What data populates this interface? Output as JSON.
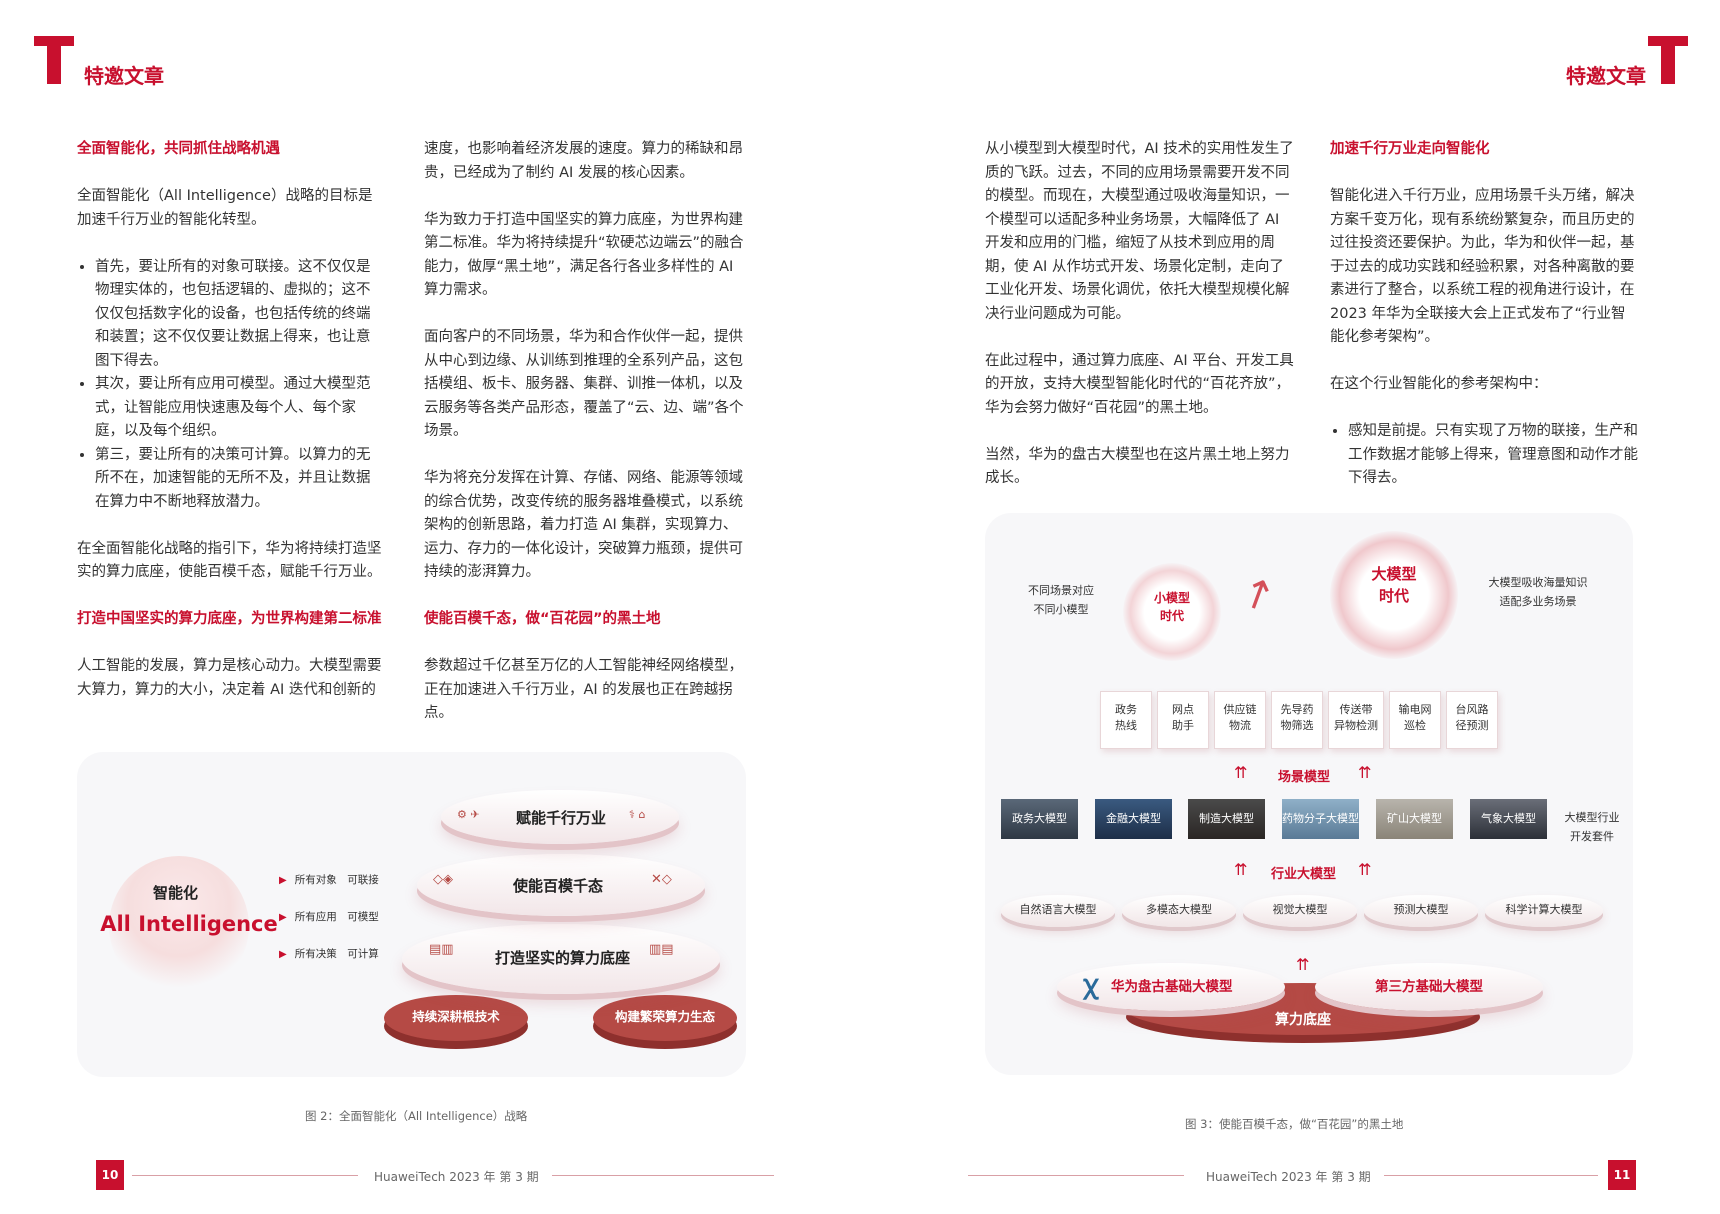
{
  "header": {
    "section_left": "特邀文章",
    "section_right": "特邀文章"
  },
  "page_left": {
    "col1": {
      "h1": "全面智能化，共同抓住战略机遇",
      "p1": "全面智能化（All Intelligence）战略的目标是加速千行万业的智能化转型。",
      "bullets": [
        "首先，要让所有的对象可联接。这不仅仅是物理实体的，也包括逻辑的、虚拟的；这不仅仅包括数字化的设备，也包括传统的终端和装置；这不仅仅要让数据上得来，也让意图下得去。",
        "其次，要让所有应用可模型。通过大模型范式，让智能应用快速惠及每个人、每个家庭，以及每个组织。",
        "第三，要让所有的决策可计算。以算力的无所不在，加速智能的无所不及，并且让数据在算力中不断地释放潜力。"
      ],
      "p2": "在全面智能化战略的指引下，华为将持续打造坚实的算力底座，使能百模千态，赋能千行万业。",
      "h2": "打造中国坚实的算力底座，为世界构建第二标准",
      "p3": "人工智能的发展，算力是核心动力。大模型需要大算力，算力的大小，决定着 AI 迭代和创新的"
    },
    "col2": {
      "p1": "速度，也影响着经济发展的速度。算力的稀缺和昂贵，已经成为了制约 AI 发展的核心因素。",
      "p2": "华为致力于打造中国坚实的算力底座，为世界构建第二标准。华为将持续提升“软硬芯边端云”的融合能力，做厚“黑土地”，满足各行各业多样性的 AI 算力需求。",
      "p3": "面向客户的不同场景，华为和合作伙伴一起，提供从中心到边缘、从训练到推理的全系列产品，这包括模组、板卡、服务器、集群、训推一体机，以及云服务等各类产品形态，覆盖了“云、边、端”各个场景。",
      "p4": "华为将充分发挥在计算、存储、网络、能源等领域的综合优势，改变传统的服务器堆叠模式，以系统架构的创新思路，着力打造 AI 集群，实现算力、运力、存力的一体化设计，突破算力瓶颈，提供可持续的澎湃算力。",
      "h1": "使能百模千态，做“百花园”的黑土地",
      "p5": "参数超过千亿甚至万亿的人工智能神经网络模型，正在加速进入千行万业，AI 的发展也正在跨越拐点。"
    },
    "figure": {
      "circle_title": "智能化",
      "circle_sub": "All Intelligence",
      "items": [
        "所有对象　可联接",
        "所有应用　可模型",
        "所有决策　可计算"
      ],
      "layers": [
        "赋能千行万业",
        "使能百模千态",
        "打造坚实的算力底座"
      ],
      "bases": [
        "持续深耕根技术",
        "构建繁荣算力生态"
      ],
      "caption": "图 2：全面智能化（All Intelligence）战略"
    },
    "footer": {
      "page": "10",
      "text": "HuaweiTech  2023 年 第 3 期"
    }
  },
  "page_right": {
    "col1": {
      "p1": "从小模型到大模型时代，AI 技术的实用性发生了质的飞跃。过去，不同的应用场景需要开发不同的模型。而现在，大模型通过吸收海量知识，一个模型可以适配多种业务场景，大幅降低了 AI 开发和应用的门槛，缩短了从技术到应用的周期，使 AI 从作坊式开发、场景化定制，走向了工业化开发、场景化调优，依托大模型规模化解决行业问题成为可能。",
      "p2": "在此过程中，通过算力底座、AI 平台、开发工具的开放，支持大模型智能化时代的“百花齐放”，华为会努力做好“百花园”的黑土地。",
      "p3": "当然，华为的盘古大模型也在这片黑土地上努力成长。"
    },
    "col2": {
      "h1": "加速千行万业走向智能化",
      "p1": "智能化进入千行万业，应用场景千头万绪，解决方案千变万化，现有系统纷繁复杂，而且历史的过往投资还要保护。为此，华为和伙伴一起，基于过去的成功实践和经验积累，对各种离散的要素进行了整合，以系统工程的视角进行设计，在 2023 年华为全联接大会上正式发布了“行业智能化参考架构”。",
      "p2": "在这个行业智能化的参考架构中：",
      "bullets": [
        "感知是前提。只有实现了万物的联接，生产和工作数据才能够上得来，管理意图和动作才能下得去。"
      ]
    },
    "figure": {
      "small_note": "不同场景对应\n不同小模型",
      "small_circle": "小模型\n时代",
      "big_circle": "大模型\n时代",
      "big_note": "大模型吸收海量知识\n适配多业务场景",
      "scenes": [
        "政务\n热线",
        "网点\n助手",
        "供应链\n物流",
        "先导药\n物筛选",
        "传送带\n异物检测",
        "输电网\n巡检",
        "台风路\n径预测"
      ],
      "scene_heading": "场景模型",
      "industry_tiles": [
        "政务大模型",
        "金融大模型",
        "制造大模型",
        "药物分子大模型",
        "矿山大模型",
        "气象大模型"
      ],
      "industry_note": "大模型行业\n开发套件",
      "industry_heading": "行业大模型",
      "base_models": [
        "自然语言大模型",
        "多模态大模型",
        "视觉大模型",
        "预测大模型",
        "科学计算大模型"
      ],
      "pangu": "华为盘古基础大模型",
      "third_party": "第三方基础大模型",
      "compute": "算力底座",
      "caption": "图 3：使能百模千态，做“百花园”的黑土地"
    },
    "footer": {
      "page": "11",
      "text": "HuaweiTech  2023 年 第 3 期"
    }
  }
}
